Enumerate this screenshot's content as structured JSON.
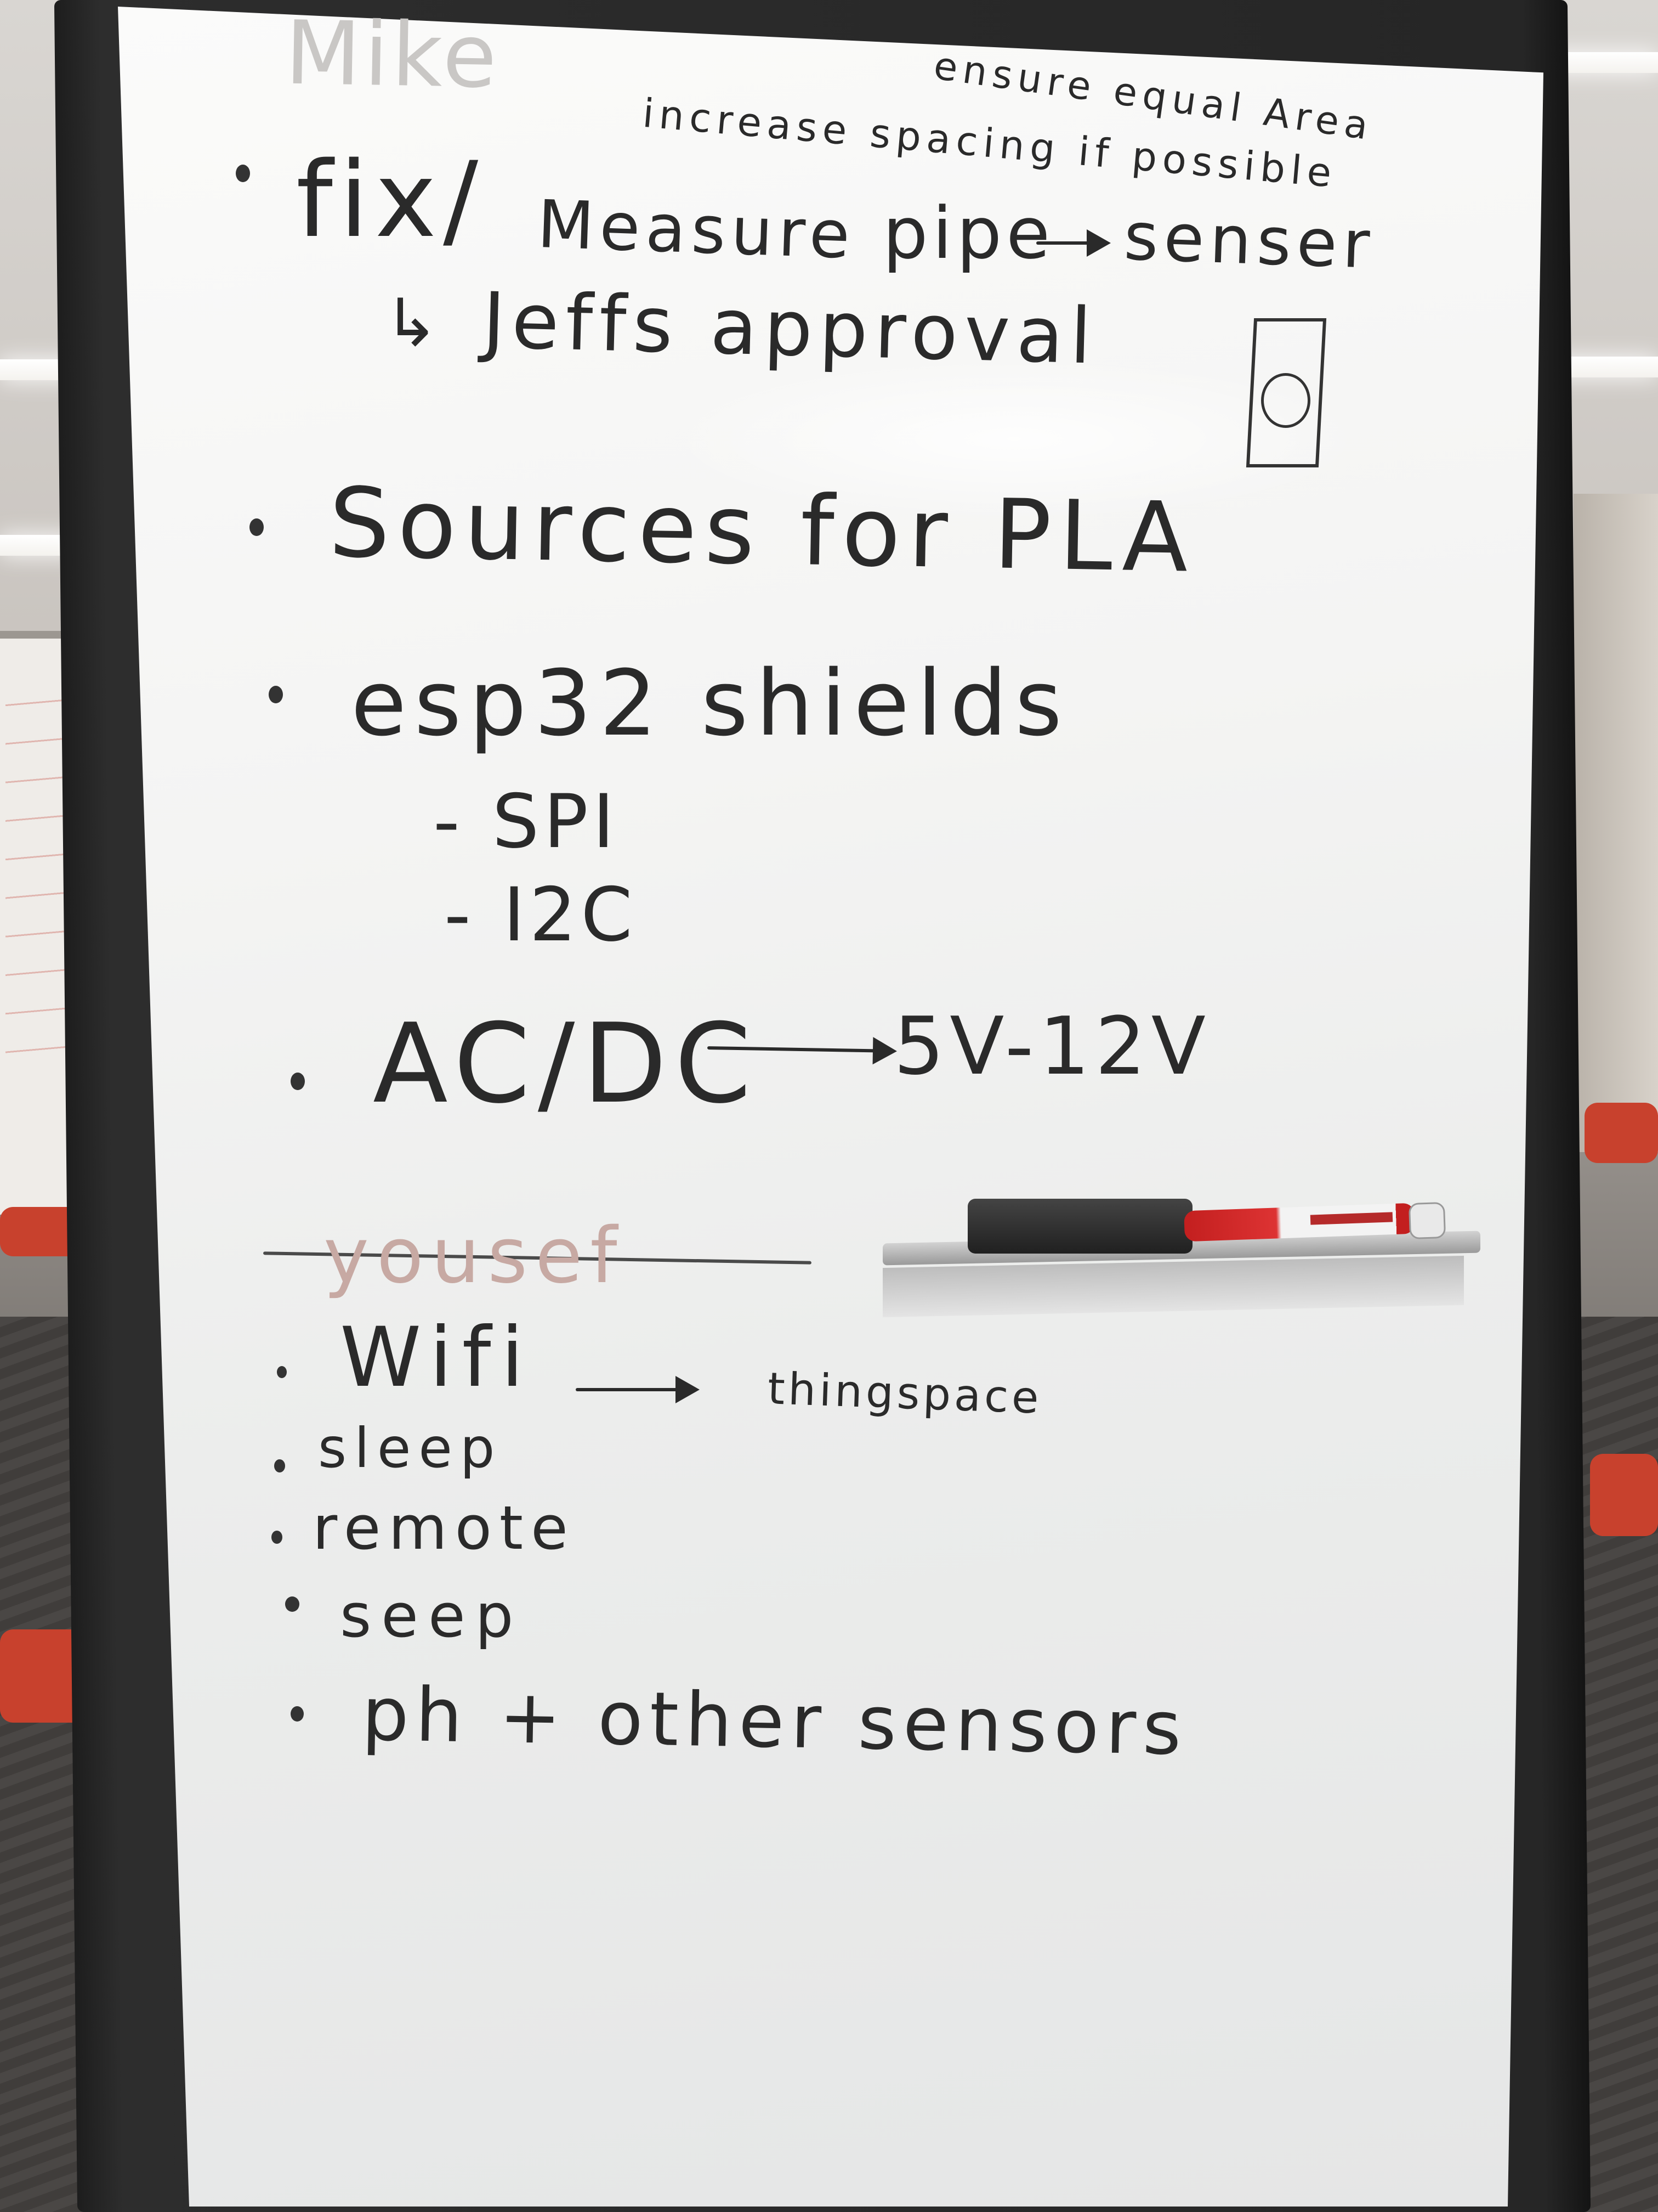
{
  "whiteboard": {
    "top_name": "Mike",
    "note_ensure": "ensure equal Area",
    "note_increase": "increase spacing if possible",
    "item1": {
      "word_fix": "fix/",
      "word_measure": "Measure",
      "word_pipe": "pipe",
      "word_sensor": "senser"
    },
    "item1_sub": "Jeffs approval",
    "item2": "Sources for PLA",
    "item3": "esp32 shields",
    "item3_sub1": "- SPI",
    "item3_sub2": "- I2C",
    "item4_left": "AC/DC",
    "item4_right": "5V-12V",
    "section2_name": "yousef",
    "list2": {
      "wifi": "Wifi",
      "wifi_target": "thingspace",
      "sleep": "sleep",
      "remote": "remote",
      "seep": "seep",
      "ph": "ph + other sensors"
    }
  },
  "objects": {
    "eraser": "whiteboard eraser",
    "marker": "red dry-erase marker"
  }
}
